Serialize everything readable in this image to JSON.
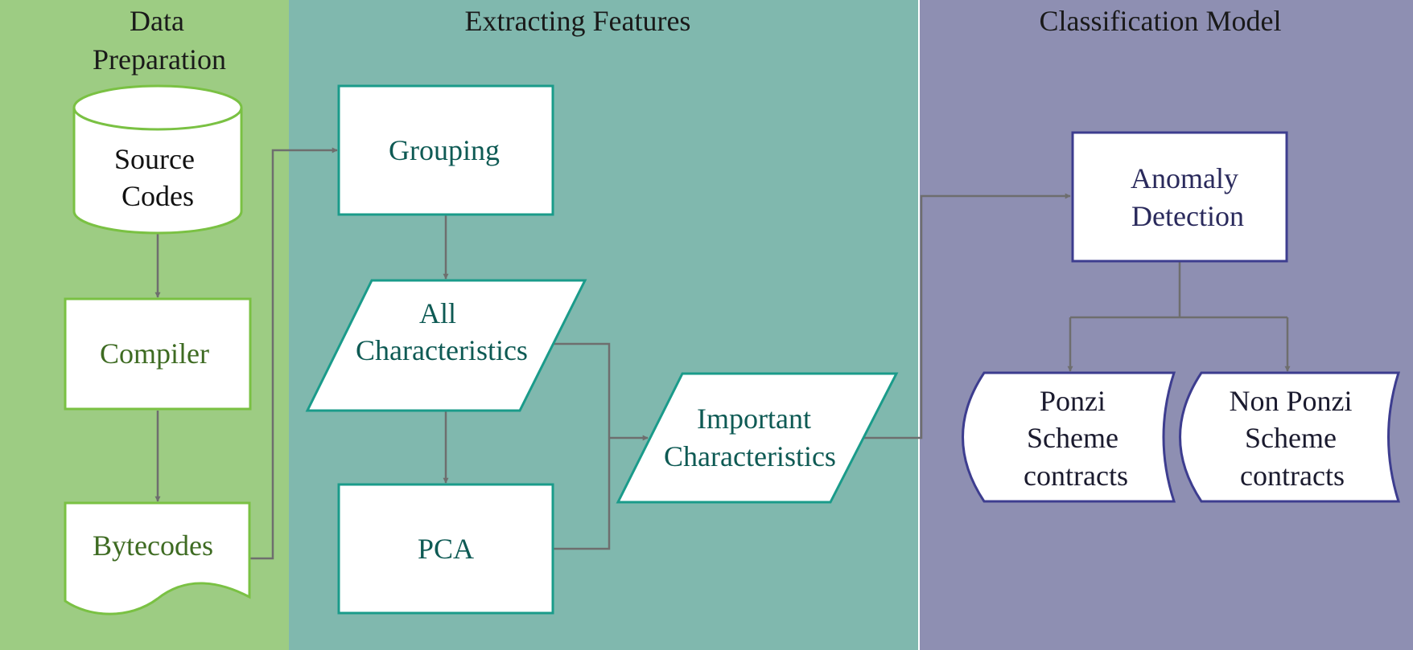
{
  "lanes": {
    "data_preparation": {
      "title_line1": "Data",
      "title_line2": "Preparation"
    },
    "extracting_features": {
      "title": "Extracting Features"
    },
    "classification_model": {
      "title": "Classification Model"
    }
  },
  "nodes": {
    "source_codes": {
      "line1": "Source",
      "line2": "Codes"
    },
    "compiler": {
      "label": "Compiler"
    },
    "bytecodes": {
      "label": "Bytecodes"
    },
    "grouping": {
      "label": "Grouping"
    },
    "all_characteristics": {
      "line1": "All",
      "line2": "Characteristics"
    },
    "pca": {
      "label": "PCA"
    },
    "important_characteristics": {
      "line1": "Important",
      "line2": "Characteristics"
    },
    "anomaly_detection": {
      "line1": "Anomaly",
      "line2": "Detection"
    },
    "ponzi": {
      "line1": "Ponzi",
      "line2": "Scheme",
      "line3": "contracts"
    },
    "non_ponzi": {
      "line1": "Non Ponzi",
      "line2": "Scheme",
      "line3": "contracts"
    }
  },
  "colors": {
    "lane_green": "#9dcc83",
    "lane_teal": "#80b8ae",
    "lane_purple": "#8e8fb2",
    "border_green": "#7ac143",
    "border_teal": "#1a9b8a",
    "border_purple": "#3d3d8f",
    "text_green": "#3e6b22",
    "text_teal": "#0e5a54",
    "text_purple": "#2a2a5c",
    "arrow": "#6e6e6e"
  }
}
